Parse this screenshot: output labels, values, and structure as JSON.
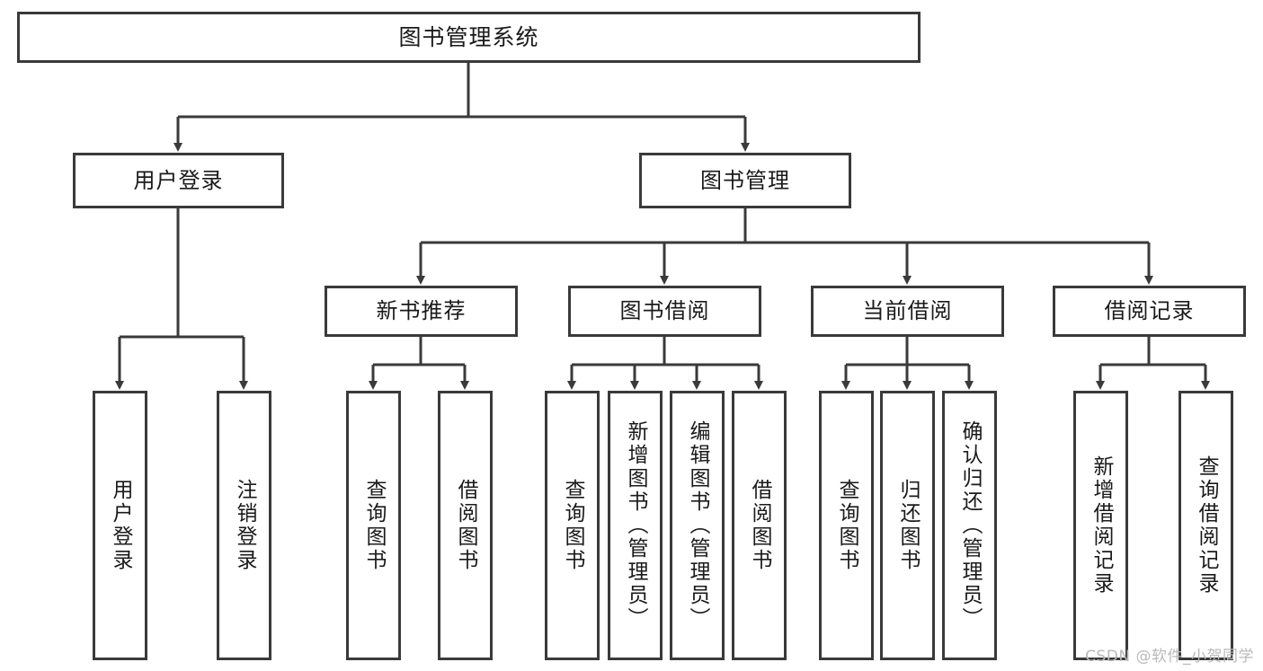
{
  "diagram": {
    "title": "图书管理系统",
    "watermark": "CSDN @软件_小贺同学",
    "line_color": "#3a3a3a",
    "text_color": "#1a1a1a",
    "background": "#ffffff",
    "levels": {
      "root": {
        "label": "图书管理系统"
      },
      "level2": [
        {
          "label": "用户登录"
        },
        {
          "label": "图书管理"
        }
      ],
      "level3": [
        {
          "label": "新书推荐"
        },
        {
          "label": "图书借阅"
        },
        {
          "label": "当前借阅"
        },
        {
          "label": "借阅记录"
        }
      ],
      "leaves_user_login": [
        {
          "label": "用户登录"
        },
        {
          "label": "注销登录"
        }
      ],
      "leaves_new_book": [
        {
          "label": "查询图书"
        },
        {
          "label": "借阅图书"
        }
      ],
      "leaves_borrow": [
        {
          "label": "查询图书"
        },
        {
          "label": "新增图书（管理员）"
        },
        {
          "label": "编辑图书（管理员）"
        },
        {
          "label": "借阅图书"
        }
      ],
      "leaves_current": [
        {
          "label": "查询图书"
        },
        {
          "label": "归还图书"
        },
        {
          "label": "确认归还（管理员）"
        }
      ],
      "leaves_records": [
        {
          "label": "新增借阅记录"
        },
        {
          "label": "查询借阅记录"
        }
      ]
    }
  }
}
